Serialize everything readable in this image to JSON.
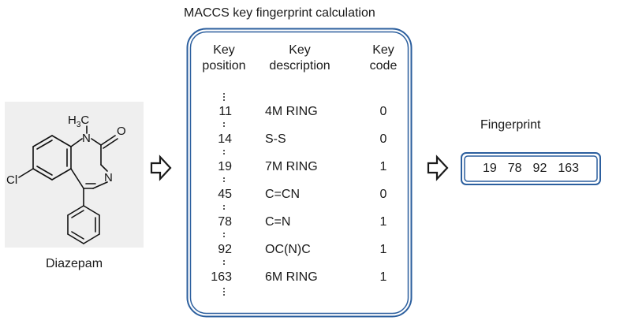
{
  "title": "MACCS key fingerprint calculation",
  "molecule": {
    "name": "Diazepam",
    "atoms": {
      "methyl": "H3C",
      "methyl_h": "H",
      "methyl_sub": "3",
      "methyl_c": "C",
      "oxygen": "O",
      "n1": "N",
      "n4": "N",
      "chlorine": "Cl"
    }
  },
  "table": {
    "headers": {
      "position": [
        "Key",
        "position"
      ],
      "description": [
        "Key",
        "description"
      ],
      "code": [
        "Key",
        "code"
      ]
    },
    "rows": [
      {
        "position": "11",
        "description": "4M RING",
        "code": "0"
      },
      {
        "position": "14",
        "description": "S-S",
        "code": "0"
      },
      {
        "position": "19",
        "description": "7M RING",
        "code": "1"
      },
      {
        "position": "45",
        "description": "C=CN",
        "code": "0"
      },
      {
        "position": "78",
        "description": "C=N",
        "code": "1"
      },
      {
        "position": "92",
        "description": "OC(N)C",
        "code": "1"
      },
      {
        "position": "163",
        "description": "6M RING",
        "code": "1"
      }
    ]
  },
  "fingerprint": {
    "title": "Fingerprint",
    "values": [
      "19",
      "78",
      "92",
      "163"
    ]
  },
  "colors": {
    "box_stroke": "#2c5f9e",
    "arrow_stroke": "#1a1a1a",
    "panel_bg": "#efefef"
  }
}
